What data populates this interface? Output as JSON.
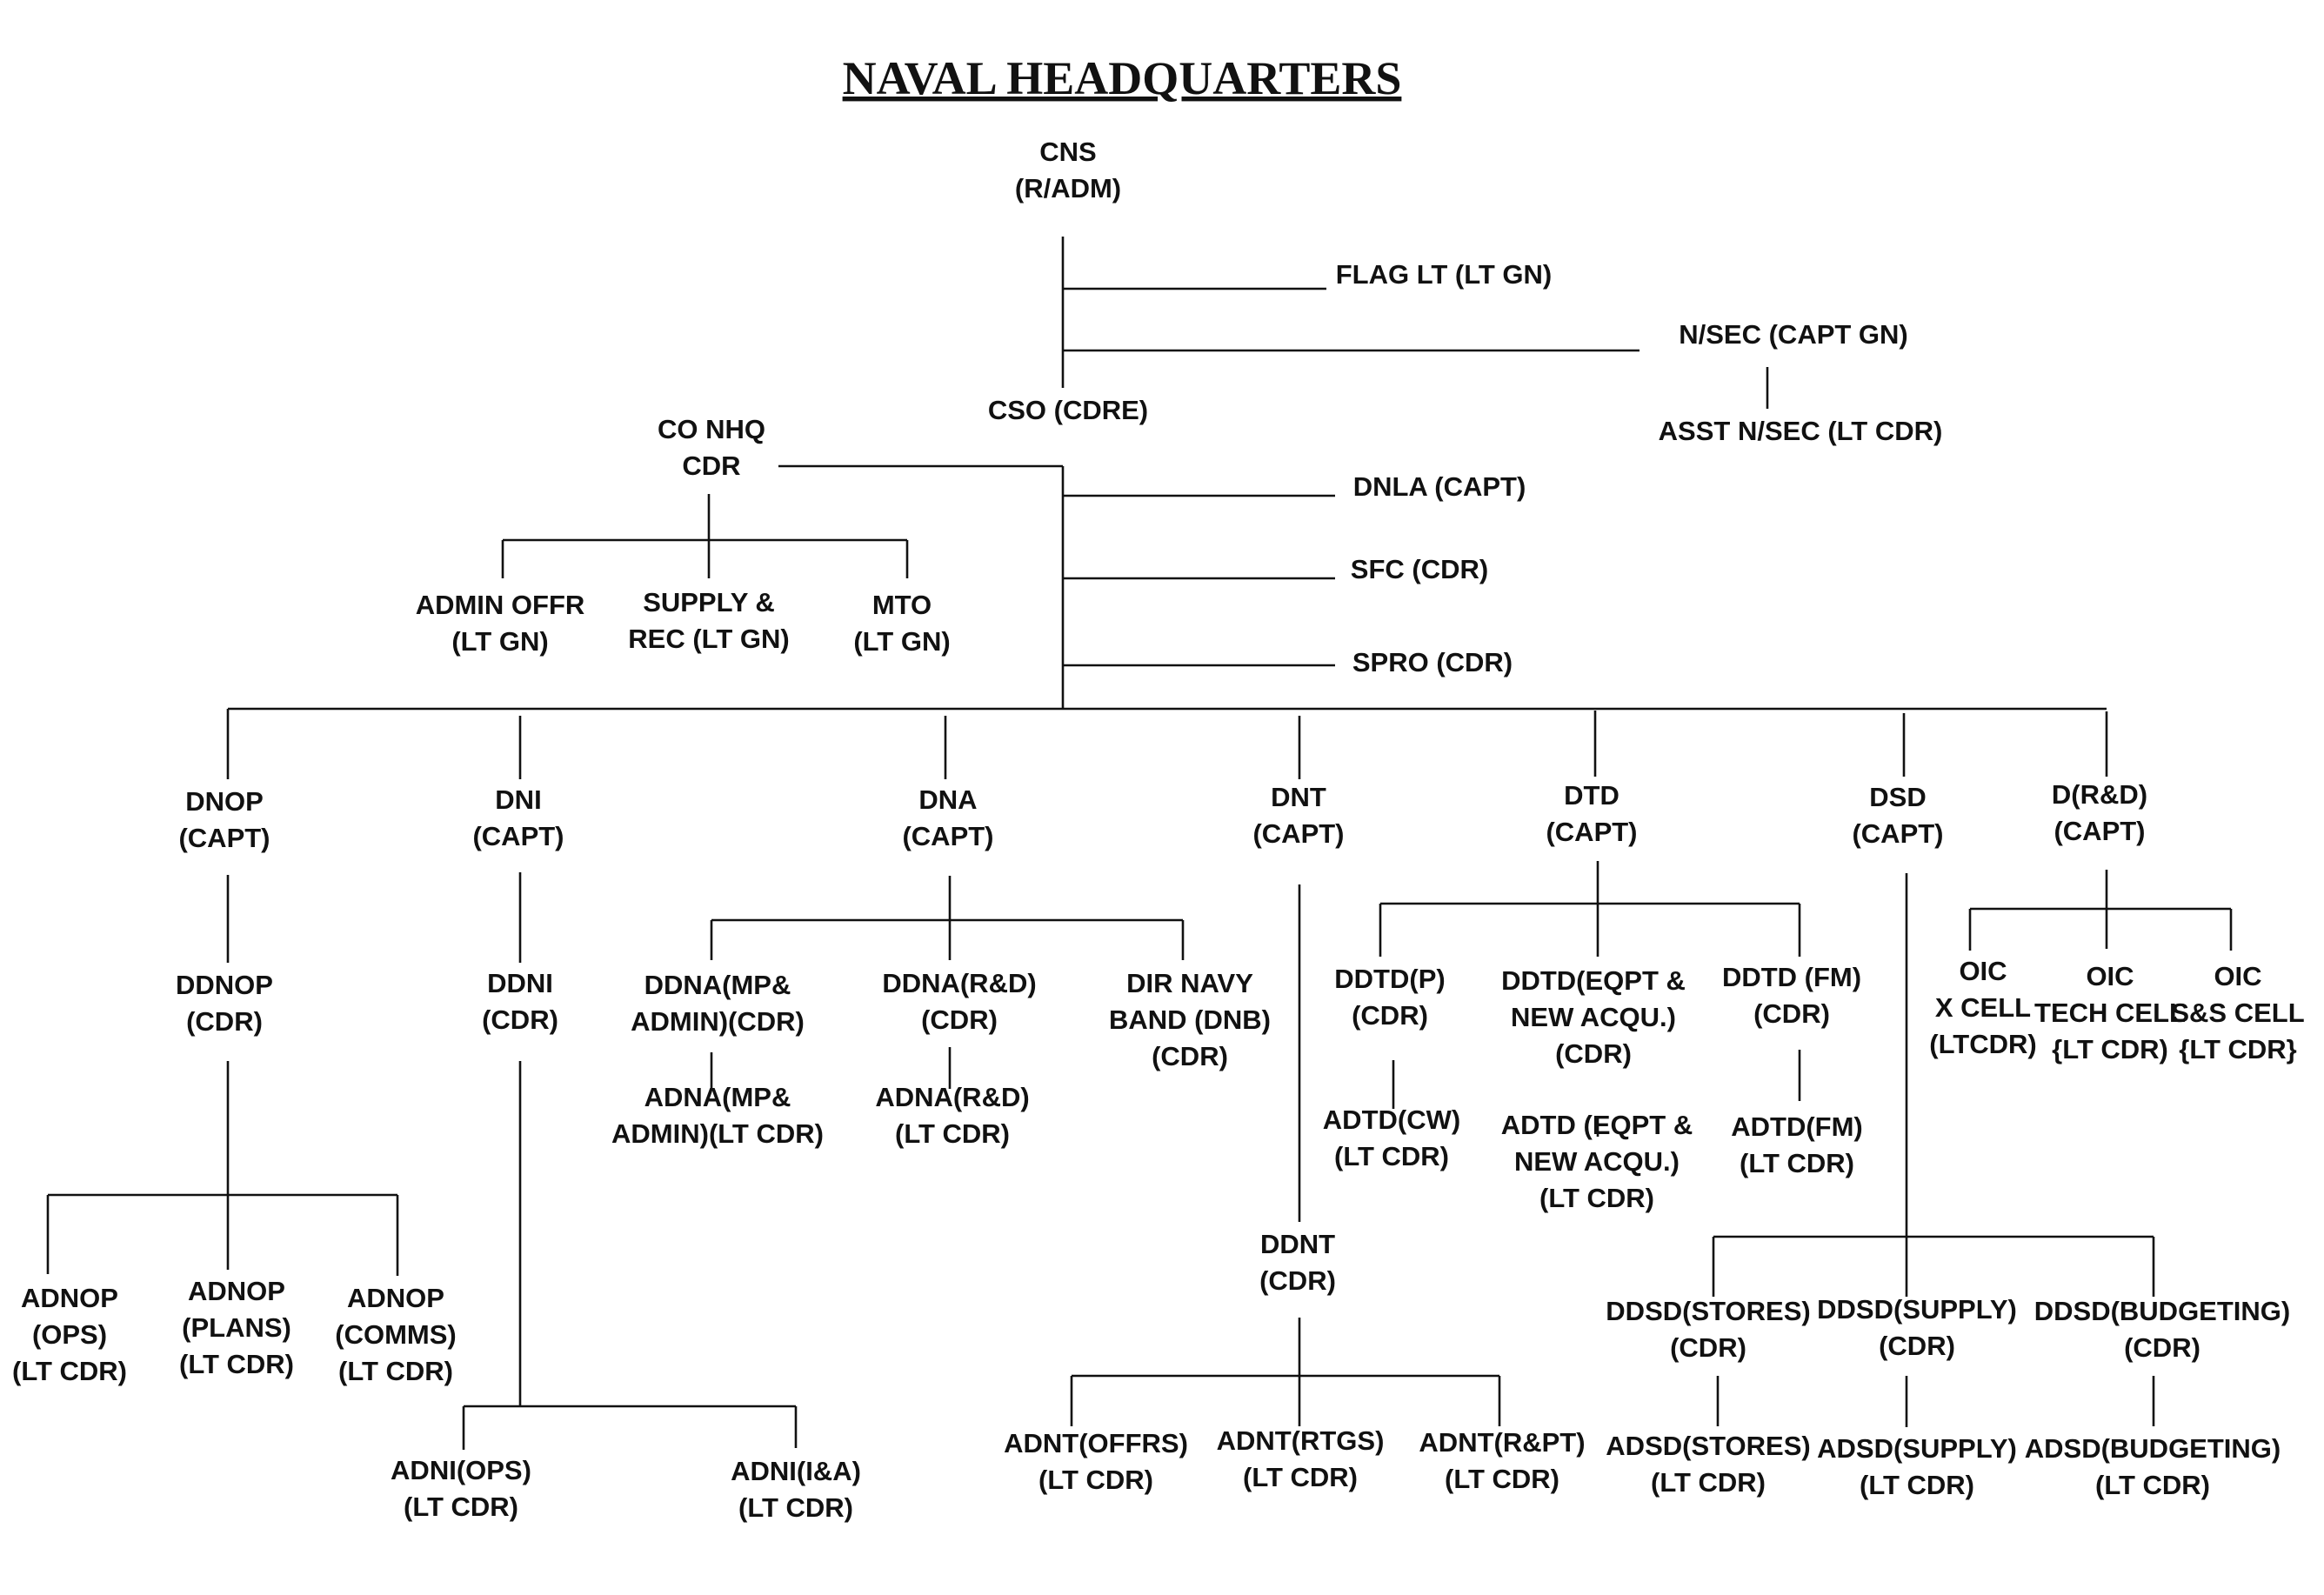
{
  "title": "NAVAL HEADQUARTERS",
  "nodes": {
    "cns": [
      "CNS",
      "(R/ADM)"
    ],
    "flag_lt": [
      "FLAG LT (LT GN)"
    ],
    "nsec": [
      "N/SEC (CAPT GN)"
    ],
    "asst_nsec": [
      "ASST N/SEC (LT CDR)"
    ],
    "cso": [
      "CSO (CDRE)"
    ],
    "co_nhq": [
      "CO NHQ",
      "CDR"
    ],
    "dnla": [
      "DNLA (CAPT)"
    ],
    "sfc": [
      "SFC (CDR)"
    ],
    "spro": [
      "SPRO (CDR)"
    ],
    "admin_offr": [
      "ADMIN OFFR",
      "(LT GN)"
    ],
    "supply_rec": [
      "SUPPLY &",
      "REC   (LT GN)"
    ],
    "mto": [
      "MTO",
      "(LT GN)"
    ],
    "dnop": [
      "DNOP",
      "(CAPT)"
    ],
    "ddnop": [
      "DDNOP",
      "(CDR)"
    ],
    "adnop_ops": [
      "ADNOP",
      "(OPS)",
      "(LT CDR)"
    ],
    "adnop_plans": [
      "ADNOP",
      "(PLANS)",
      "(LT CDR)"
    ],
    "adnop_comms": [
      "ADNOP",
      "(COMMS)",
      "(LT CDR)"
    ],
    "dni": [
      "DNI",
      "(CAPT)"
    ],
    "ddni": [
      "DDNI",
      "(CDR)"
    ],
    "adni_ops": [
      "ADNI(OPS)",
      "(LT CDR)"
    ],
    "adni_ia": [
      "ADNI(I&A)",
      "(LT CDR)"
    ],
    "dna": [
      "DNA",
      "(CAPT)"
    ],
    "ddna_mp": [
      "DDNA(MP&",
      "ADMIN)(CDR)"
    ],
    "ddna_rd": [
      "DDNA(R&D)",
      "(CDR)"
    ],
    "dir_navy_band": [
      "DIR NAVY",
      "BAND (DNB)",
      "(CDR)"
    ],
    "adna_mp": [
      "ADNA(MP&",
      "ADMIN)(LT CDR)"
    ],
    "adna_rd": [
      "ADNA(R&D)",
      "(LT CDR)"
    ],
    "dnt": [
      "DNT",
      "(CAPT)"
    ],
    "ddnt": [
      "DDNT",
      "(CDR)"
    ],
    "adnt_offrs": [
      "ADNT(OFFRS)",
      "(LT CDR)"
    ],
    "adnt_rtgs": [
      "ADNT(RTGS)",
      "(LT CDR)"
    ],
    "adnt_rpt": [
      "ADNT(R&PT)",
      "(LT CDR)"
    ],
    "dtd": [
      "DTD",
      "(CAPT)"
    ],
    "ddtd_p": [
      "DDTD(P)",
      "(CDR)"
    ],
    "ddtd_eqpt": [
      "DDTD(EQPT &",
      "NEW ACQU.)",
      "(CDR)"
    ],
    "ddtd_fm": [
      "DDTD (FM)",
      "(CDR)"
    ],
    "adtd_cw": [
      "ADTD(CW)",
      "(LT CDR)"
    ],
    "adtd_eqpt": [
      "ADTD (EQPT &",
      "NEW ACQU.)",
      "(LT CDR)"
    ],
    "adtd_fm": [
      "ADTD(FM)",
      "(LT CDR)"
    ],
    "dsd": [
      "DSD",
      "(CAPT)"
    ],
    "ddsd_stores": [
      "DDSD(STORES)",
      "(CDR)"
    ],
    "ddsd_supply": [
      "DDSD(SUPPLY)",
      "(CDR)"
    ],
    "ddsd_budgeting": [
      "DDSD(BUDGETING)",
      "(CDR)"
    ],
    "adsd_stores": [
      "ADSD(STORES)",
      "(LT CDR)"
    ],
    "adsd_supply": [
      "ADSD(SUPPLY)",
      "(LT CDR)"
    ],
    "adsd_budgeting": [
      "ADSD(BUDGETING)",
      "(LT CDR)"
    ],
    "drd": [
      "D(R&D)",
      "(CAPT)"
    ],
    "oic_xcell": [
      "OIC",
      "X CELL",
      "(LTCDR)"
    ],
    "oic_tech": [
      "OIC",
      "TECH CELL",
      "{LT CDR)"
    ],
    "oic_ss": [
      "OIC",
      "S&S CELL",
      "{LT CDR}"
    ]
  }
}
